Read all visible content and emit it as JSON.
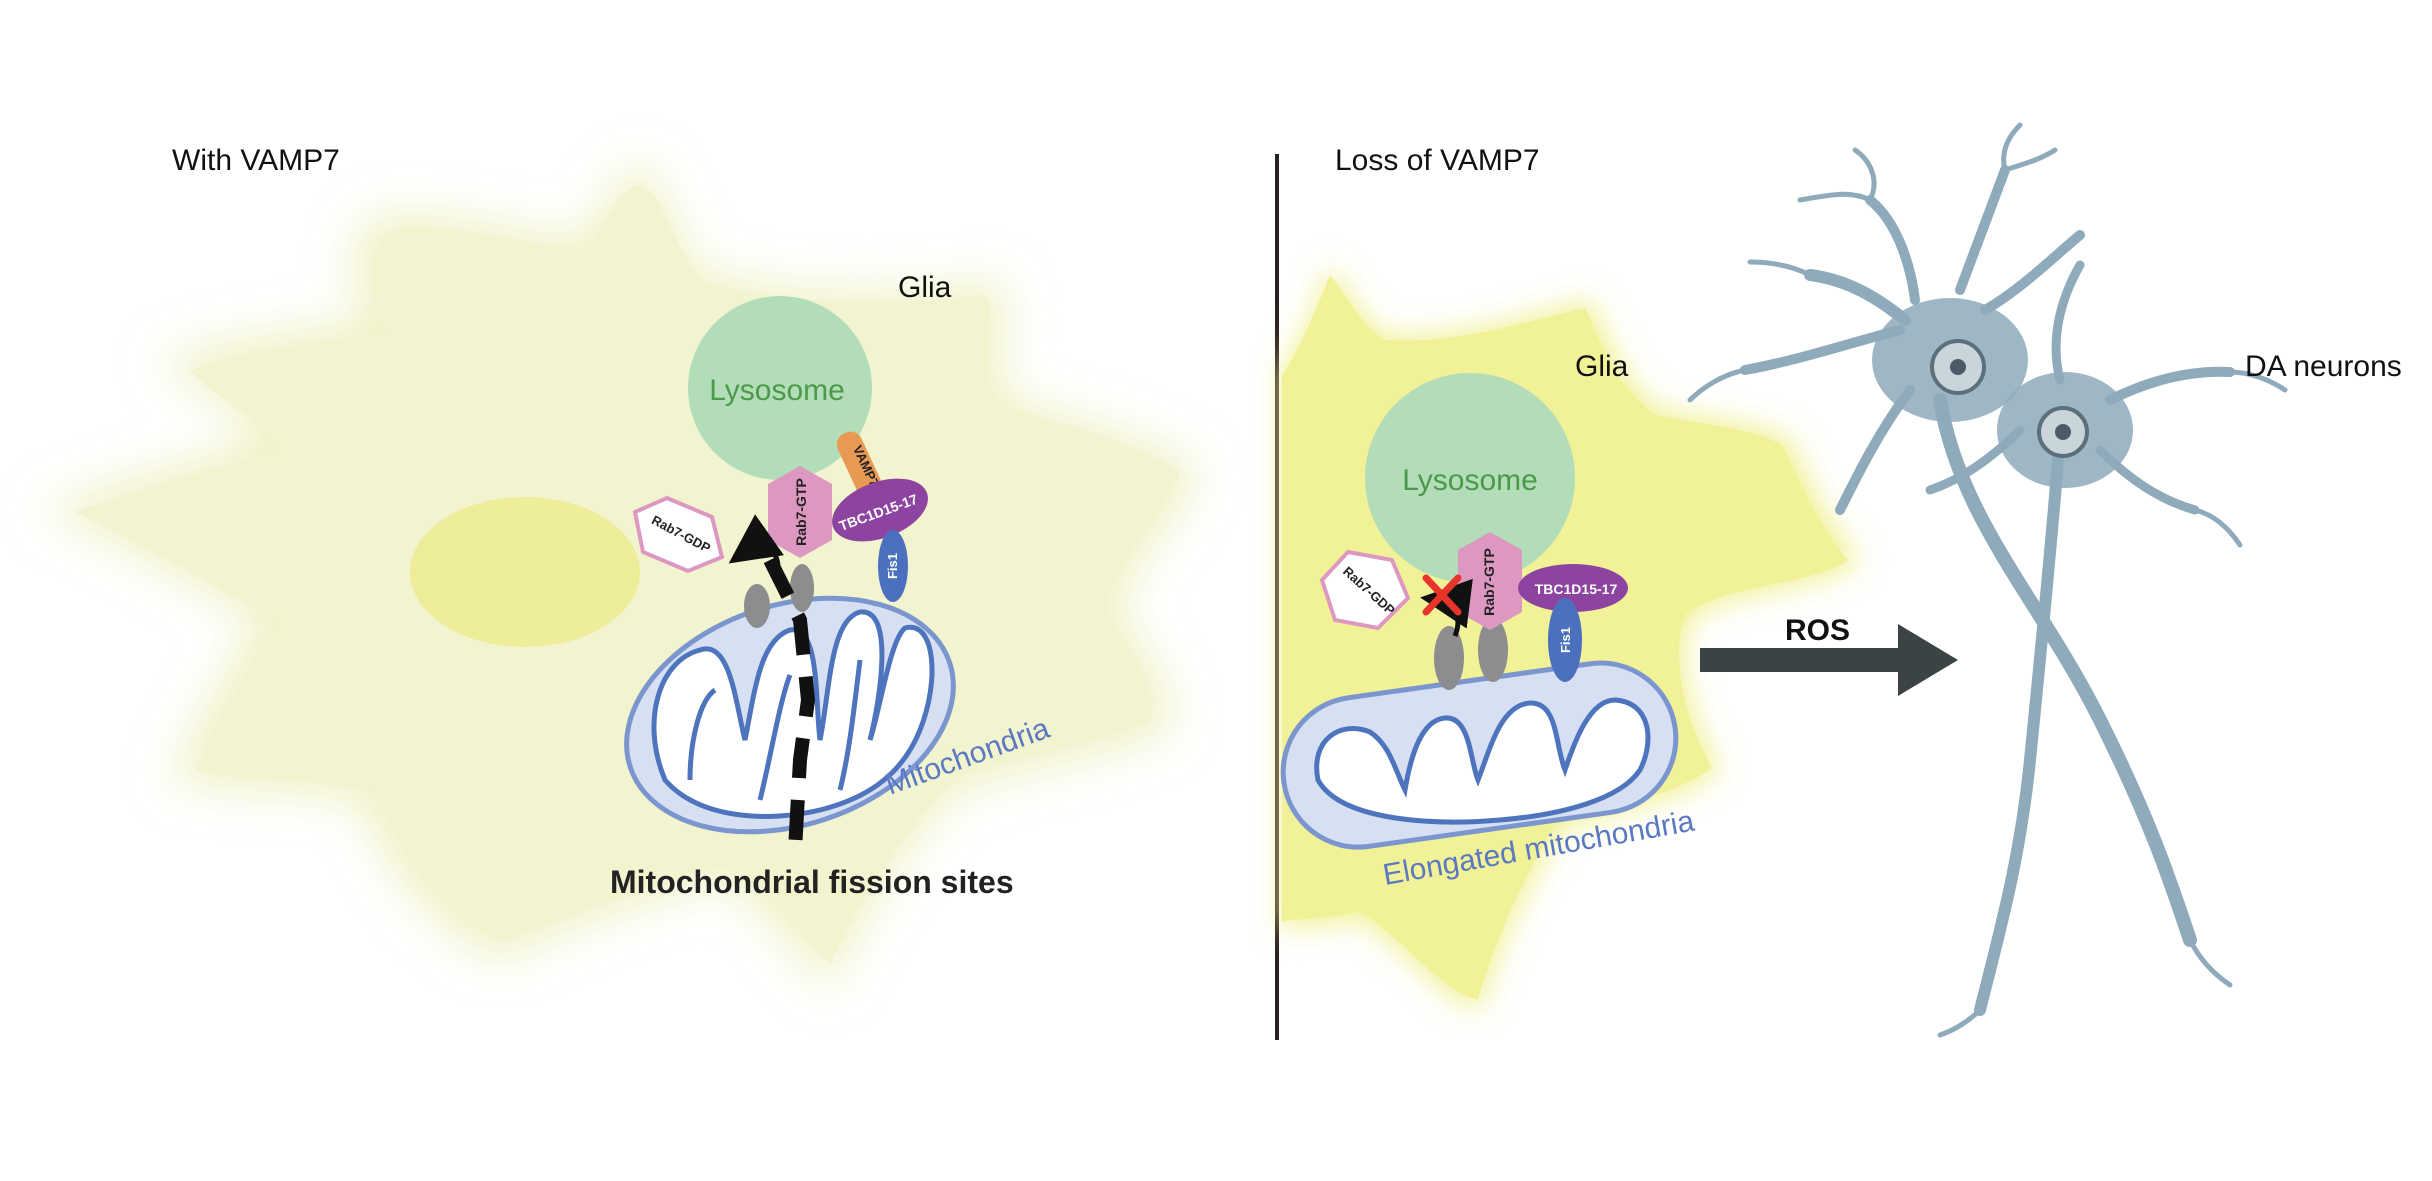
{
  "left_panel": {
    "title": "With VAMP7",
    "cell_label": "Glia",
    "lysosome": "Lysosome",
    "rab7_gtp": "Rab7-GTP",
    "rab7_gdp": "Rab7-GDP",
    "vamp7": "VAMP7",
    "tbc": "TBC1D15-17",
    "fis1": "Fis1",
    "mito_label": "Mitochondria",
    "fission_caption": "Mitochondrial fission sites"
  },
  "right_panel": {
    "title": "Loss of VAMP7",
    "cell_label": "Glia",
    "lysosome": "Lysosome",
    "rab7_gtp": "Rab7-GTP",
    "rab7_gdp": "Rab7-GDP",
    "tbc": "TBC1D15-17",
    "fis1": "Fis1",
    "mito_label": "Elongated mitochondria",
    "ros_label": "ROS",
    "neuron_label": "DA neurons"
  },
  "colors": {
    "glia_left": "#f2f3cf",
    "glia_right": "#f1f197",
    "nucleus": "#eeed99",
    "lysosome": "#b3dcb9",
    "lysosome_text": "#4a9a4a",
    "rab7": "#dd98c2",
    "vamp7": "#e89a55",
    "tbc": "#8c44a0",
    "fis1": "#4b70bd",
    "mito_outer": "#d7e0f2",
    "mito_stroke": "#4d74bd",
    "mito_text": "#5b79c2",
    "receptor": "#8b8d8e",
    "ros_arrow": "#3c4346",
    "neuron": "#8eaabb",
    "divider": "#2b2020",
    "cross": "#e8342a"
  }
}
